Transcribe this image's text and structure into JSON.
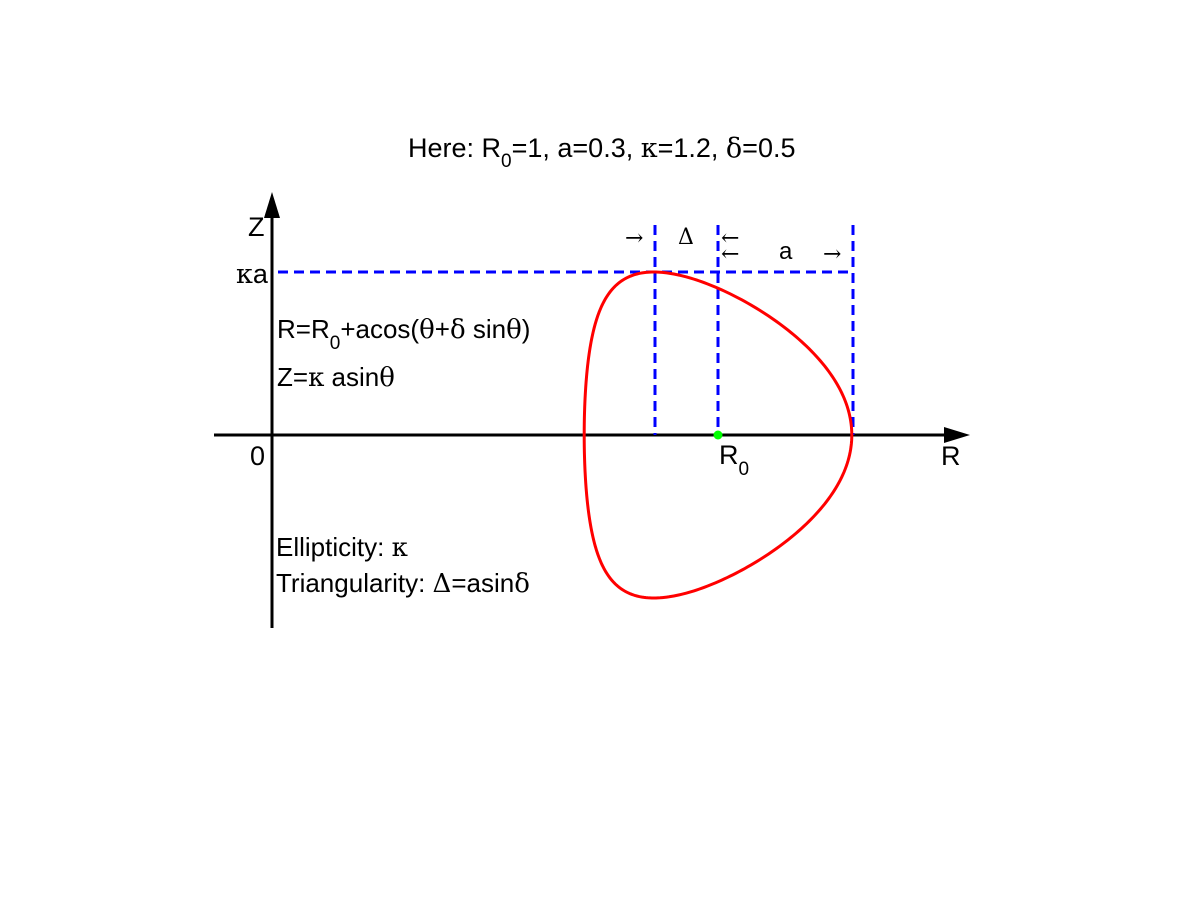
{
  "title": {
    "prefix": "Here: R",
    "sub": "0",
    "rest1": "=1, a=0.3, ",
    "kappa": "κ",
    "rest2": "=1.2, ",
    "delta": "δ",
    "rest3": "=0.5"
  },
  "params": {
    "R0": 1,
    "a": 0.3,
    "kappa": 1.2,
    "delta": 0.5
  },
  "axes": {
    "z_label": "Z",
    "r_label": "R",
    "origin_label": "0",
    "ka_sym": "κ",
    "ka_text": "a",
    "r0_main": "R",
    "r0_sub": "0"
  },
  "equations": {
    "r_prefix": "R=R",
    "r_sub": "0",
    "r_mid": "+acos(",
    "theta": "θ",
    "plus": "+",
    "delta": "δ",
    "sin": " sin",
    "close": ")",
    "z_prefix": "Z=",
    "kappa": "κ",
    "z_mid": " asin"
  },
  "dimension_labels": {
    "Delta": "Δ",
    "a": "a",
    "arrow_right": "→",
    "arrow_left": "←"
  },
  "notes": {
    "ellipticity_label": "Ellipticity: ",
    "kappa": "κ",
    "triangularity_label": "Triangularity: ",
    "Delta": "Δ",
    "tri_mid": "=asin",
    "delta": "δ"
  },
  "colors": {
    "curve": "#ff0000",
    "dashed": "#0000ff",
    "axis": "#000000",
    "center_dot": "#00ff00"
  }
}
